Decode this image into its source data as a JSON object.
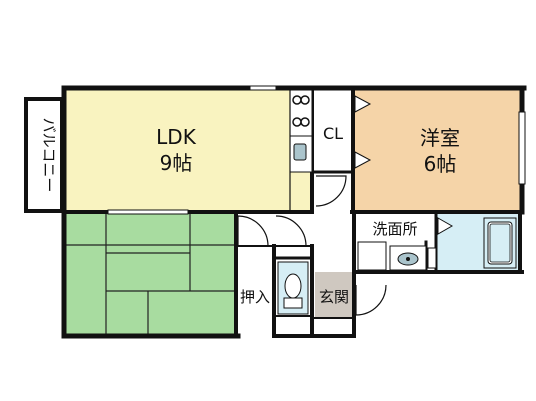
{
  "rooms": {
    "ldk": {
      "name": "LDK",
      "size": "9帖",
      "color": "#f9f3c0"
    },
    "western": {
      "name": "洋室",
      "size": "6帖",
      "color": "#f5d4a8"
    },
    "closet": {
      "name": "CL"
    },
    "balcony": {
      "name": "バルコニー"
    },
    "washroom": {
      "name": "洗面所"
    },
    "storage": {
      "name": "押入"
    },
    "entrance": {
      "name": "玄関",
      "color": "#cfc8c0"
    },
    "tatami": {
      "color": "#a8dca0"
    },
    "bath": {
      "color": "#d6eef5"
    }
  },
  "colors": {
    "wall": "#111111",
    "fixture": "#aac4cc"
  }
}
